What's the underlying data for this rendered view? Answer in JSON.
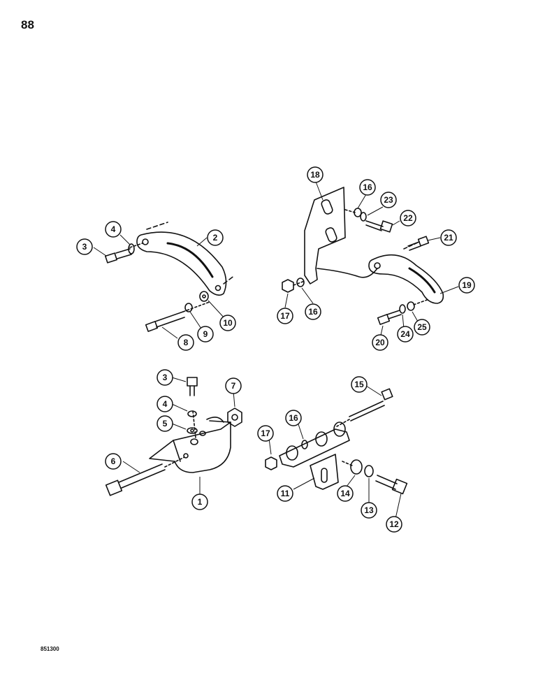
{
  "page": {
    "number": "88",
    "drawing_code": "851300"
  },
  "colors": {
    "ink": "#111111",
    "paper": "#ffffff"
  },
  "callouts": [
    {
      "label": "18"
    },
    {
      "label": "16"
    },
    {
      "label": "23"
    },
    {
      "label": "22"
    },
    {
      "label": "4"
    },
    {
      "label": "2"
    },
    {
      "label": "3"
    },
    {
      "label": "21"
    },
    {
      "label": "19"
    },
    {
      "label": "10"
    },
    {
      "label": "9"
    },
    {
      "label": "8"
    },
    {
      "label": "17"
    },
    {
      "label": "16"
    },
    {
      "label": "25"
    },
    {
      "label": "24"
    },
    {
      "label": "20"
    },
    {
      "label": "3"
    },
    {
      "label": "7"
    },
    {
      "label": "15"
    },
    {
      "label": "4"
    },
    {
      "label": "16"
    },
    {
      "label": "5"
    },
    {
      "label": "17"
    },
    {
      "label": "6"
    },
    {
      "label": "1"
    },
    {
      "label": "11"
    },
    {
      "label": "14"
    },
    {
      "label": "13"
    },
    {
      "label": "12"
    }
  ]
}
